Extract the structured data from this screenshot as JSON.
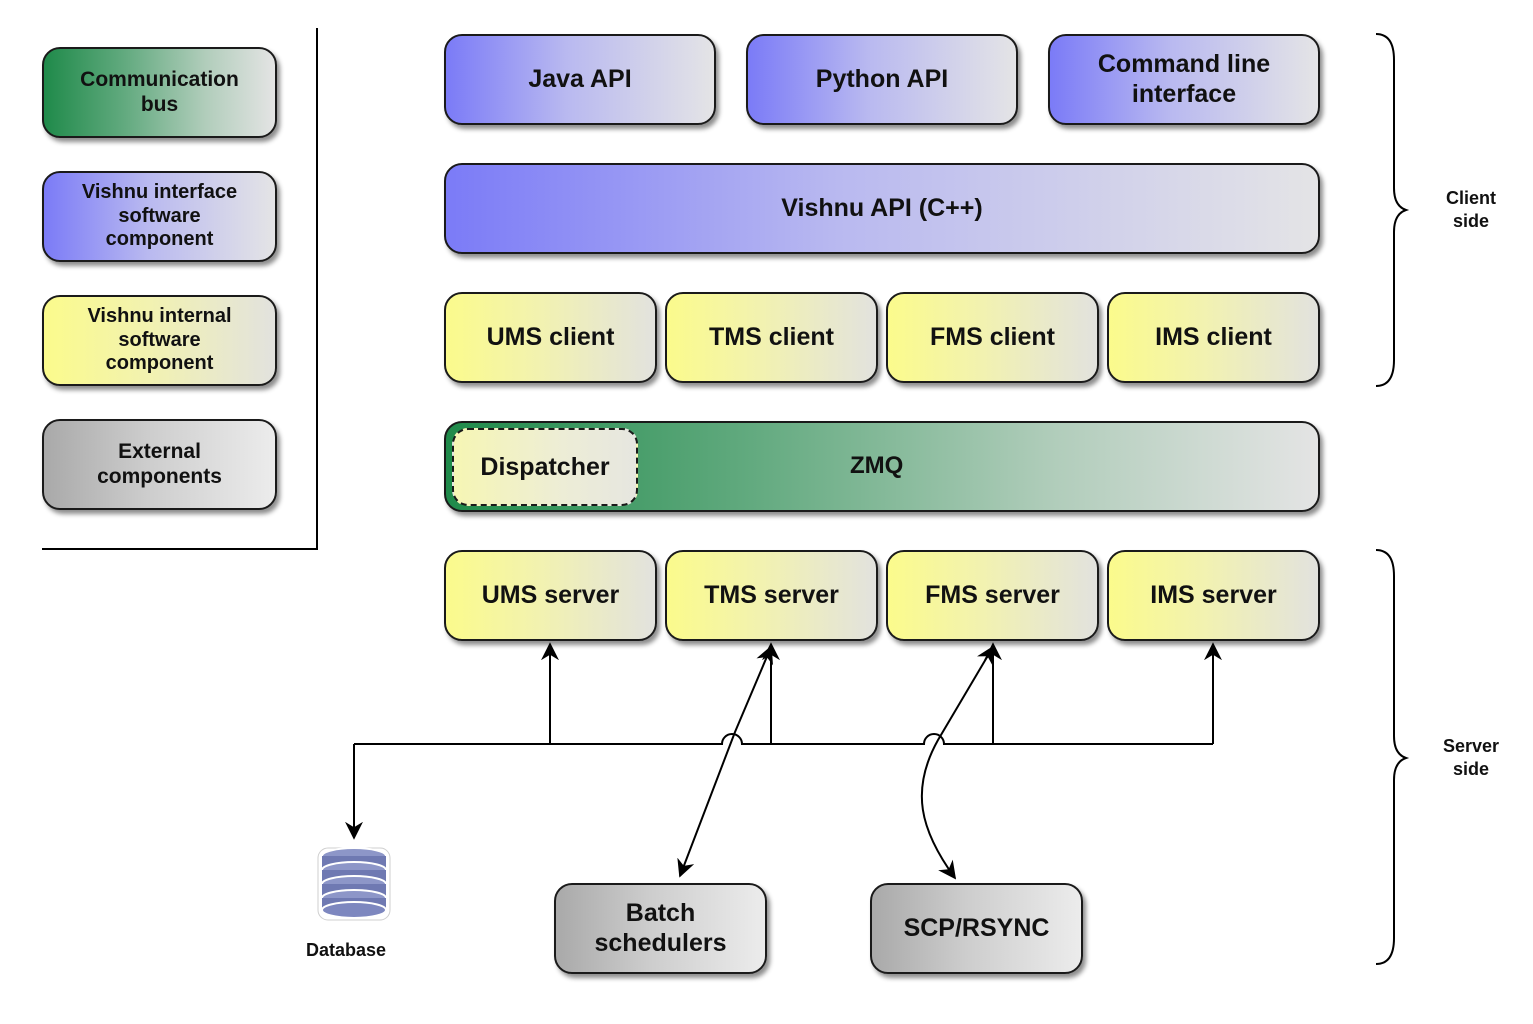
{
  "legend": {
    "communication_bus": "Communication bus",
    "interface_component": "Vishnu interface software component",
    "internal_component": "Vishnu internal software component",
    "external_components": "External components"
  },
  "apis": {
    "java": "Java API",
    "python": "Python API",
    "cli": "Command line interface"
  },
  "vishnu_api": "Vishnu API (C++)",
  "clients": {
    "ums": "UMS client",
    "tms": "TMS client",
    "fms": "FMS client",
    "ims": "IMS client"
  },
  "bus": {
    "dispatcher": "Dispatcher",
    "zmq": "ZMQ"
  },
  "servers": {
    "ums": "UMS server",
    "tms": "TMS server",
    "fms": "FMS server",
    "ims": "IMS server"
  },
  "external": {
    "database": "Database",
    "batch": "Batch schedulers",
    "scp": "SCP/RSYNC"
  },
  "sides": {
    "client": "Client side",
    "server": "Server side"
  },
  "colors": {
    "interface": "#7b7bf7",
    "internal": "#fbfb8c",
    "external": "#a9a9a9",
    "bus": "#1f8a4a"
  }
}
